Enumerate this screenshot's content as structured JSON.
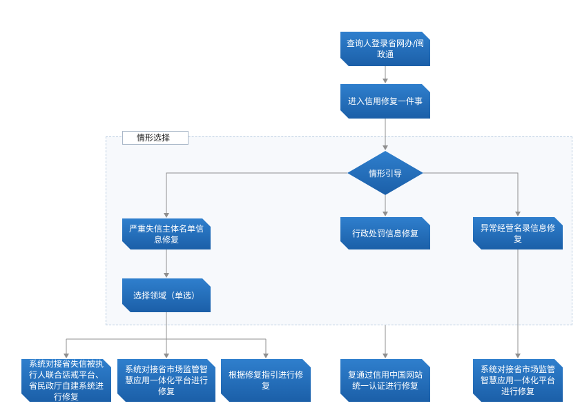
{
  "diagram": {
    "group_label": "情形选择",
    "nodes": {
      "login": "查询人登录省网办/闽政通",
      "enter": "进入信用修复一件事",
      "decision": "情形引导",
      "serious": "严重失信主体名单信息修复",
      "admin_penalty": "行政处罚信息修复",
      "abnormal": "异常经营名录信息修复",
      "select_domain": "选择领域（单选）",
      "out_joint_punish": "系统对接省失信被执行人联合惩戒平台、省民政厅自建系统进行修复",
      "out_market_1": "系统对接省市场监管智慧应用一体化平台进行修复",
      "out_guide": "根据修复指引进行修复",
      "out_credit_china": "复通过信用中国网站统一认证进行修复",
      "out_market_2": "系统对接省市场监管智慧应用一体化平台进行修复"
    },
    "colors": {
      "node_fill": "#1f66b0",
      "connector": "#8f8f8f",
      "group_border": "#b8cbe0"
    }
  }
}
